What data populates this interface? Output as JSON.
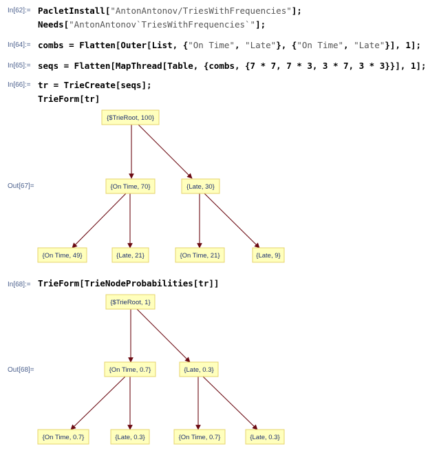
{
  "cells": {
    "in62": {
      "label": "In[62]:=",
      "line1_a": "PacletInstall[",
      "line1_s": "\"AntonAntonov/TriesWithFrequencies\"",
      "line1_b": "];",
      "line2_a": "Needs[",
      "line2_s": "\"AntonAntonov`TriesWithFrequencies`\"",
      "line2_b": "];"
    },
    "in64": {
      "label": "In[64]:=",
      "c1": "combs = Flatten[Outer[List, {",
      "s1": "\"On Time\"",
      "c2": ", ",
      "s2": "\"Late\"",
      "c3": "}, {",
      "s3": "\"On Time\"",
      "c4": ", ",
      "s4": "\"Late\"",
      "c5": "}], 1];"
    },
    "in65": {
      "label": "In[65]:=",
      "code": "seqs = Flatten[MapThread[Table, {combs, {7 * 7, 7 * 3, 3 * 7, 3 * 3}}], 1];"
    },
    "in66": {
      "label": "In[66]:=",
      "line1": "tr = TrieCreate[seqs];",
      "line2": "TrieForm[tr]"
    },
    "out67": {
      "label": "Out[67]="
    },
    "in68": {
      "label": "In[68]:=",
      "code": "TrieForm[TrieNodeProbabilities[tr]]"
    },
    "out68": {
      "label": "Out[68]="
    }
  },
  "tree1": {
    "root": "{$TrieRoot, 100}",
    "left": "{On Time, 70}",
    "right": "{Late, 30}",
    "ll": "{On Time, 49}",
    "lr": "{Late, 21}",
    "rl": "{On Time, 21}",
    "rr": "{Late, 9}"
  },
  "tree2": {
    "root": "{$TrieRoot, 1}",
    "left": "{On Time, 0.7}",
    "right": "{Late, 0.3}",
    "ll": "{On Time, 0.7}",
    "lr": "{Late, 0.3}",
    "rl": "{On Time, 0.7}",
    "rr": "{Late, 0.3}"
  },
  "colors": {
    "node_fill": "#ffffbd",
    "node_border": "#e6d36a",
    "edge": "#6b0a12",
    "label": "#4a5f8c"
  }
}
